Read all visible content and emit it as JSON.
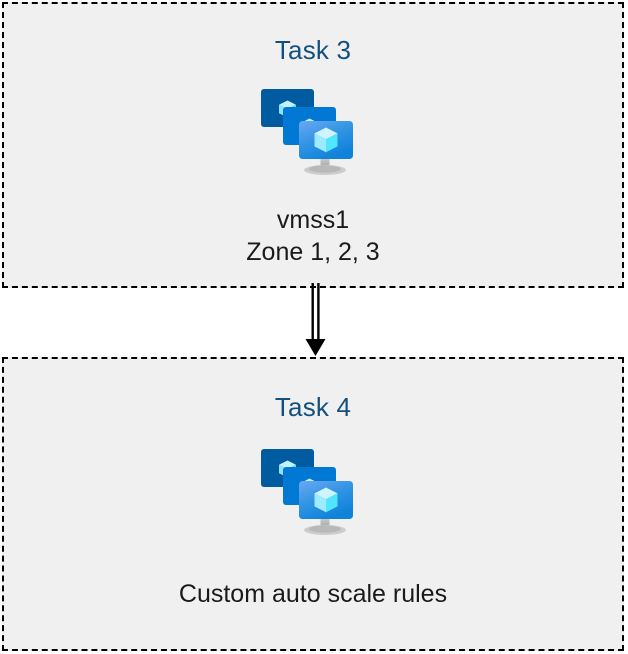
{
  "diagram": {
    "background_color": "#ffffff",
    "box_fill_color": "#f0f0f0",
    "box_border_color": "#000000",
    "title_color": "#14507d",
    "caption_color": "#1a1a1a",
    "boxes": [
      {
        "title": "Task 3",
        "icon": "azure-vm-scale-set-icon",
        "caption_lines": [
          "vmss1",
          "Zone 1, 2, 3"
        ]
      },
      {
        "title": "Task 4",
        "icon": "azure-vm-scale-set-icon",
        "caption_lines": [
          "Custom auto scale rules"
        ]
      }
    ],
    "connector": {
      "name": "arrow-down",
      "style": "double-line",
      "color": "#000000",
      "from": "Task 3",
      "to": "Task 4"
    },
    "icon_palette": {
      "monitor_back": "#005ba1",
      "monitor_middle": "#0078d4",
      "monitor_front_top": "#5ea0ef",
      "monitor_front_bottom": "#1b8fe5",
      "cube_top": "#c3f1ff",
      "cube_left": "#9cebff",
      "cube_right": "#50e6ff",
      "stand": "#b3b3b3"
    }
  }
}
